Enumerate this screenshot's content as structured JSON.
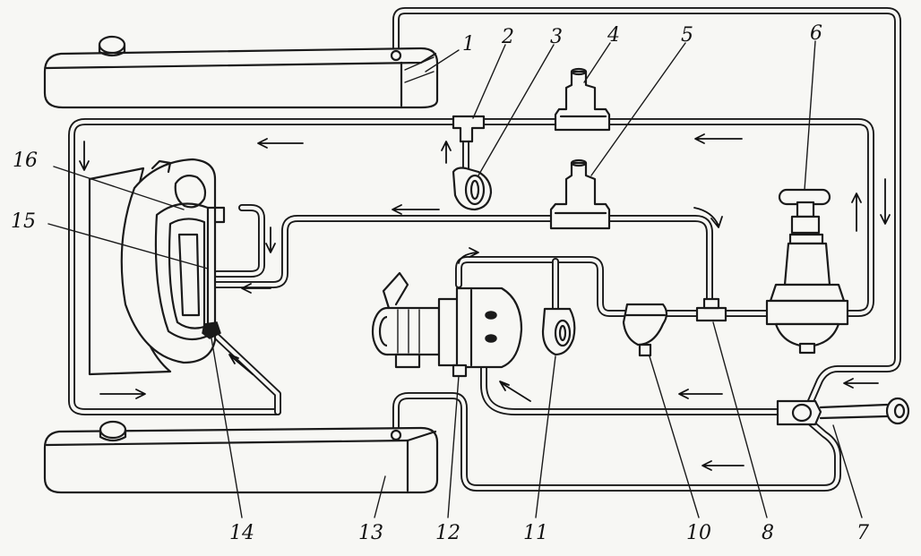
{
  "labels": {
    "l1": "1",
    "l2": "2",
    "l3": "3",
    "l4": "4",
    "l5": "5",
    "l6": "6",
    "l7": "7",
    "l8": "8",
    "l10": "10",
    "l11": "11",
    "l12": "12",
    "l13": "13",
    "l14": "14",
    "l15": "15",
    "l16": "16"
  }
}
